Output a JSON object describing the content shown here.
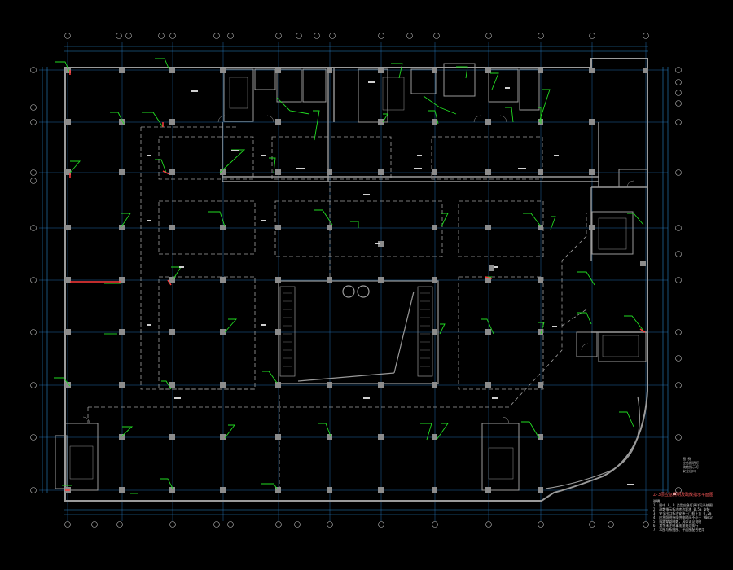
{
  "drawing": {
    "colors": {
      "background": "#000000",
      "wall": "#9a9a9a",
      "column": "#8c8c8c",
      "gridline": "#1e6aa8",
      "dim_line": "#2a86c8",
      "bubble": "#bdbdbd",
      "fixture_leader": "#22dd22",
      "fixture_mark": "#ff3b3b",
      "zone_outline": "#a0a0a0",
      "text": "#d0d0d0"
    },
    "notes": {
      "title": "Z-3层应急照明及疏散指示平面图",
      "heading": "说明",
      "lines": [
        "1. 图中 A、B 类型应急灯具详见系统图",
        "2. 疏散指示标志底边距地 0.5m 安装",
        "3. 安全出口标志安装于门框上方 0.2m",
        "4. 应急照明持续供电时间不小于 90min",
        "5. 线路穿管暗敷，具体详见说明",
        "6. 其余未注明事项按规范执行",
        "7. 本图与系统图、平面图配合使用"
      ]
    },
    "legend": {
      "lines": [
        "图  例",
        "应急照明灯",
        "疏散指示灯",
        "安全出口"
      ]
    }
  }
}
